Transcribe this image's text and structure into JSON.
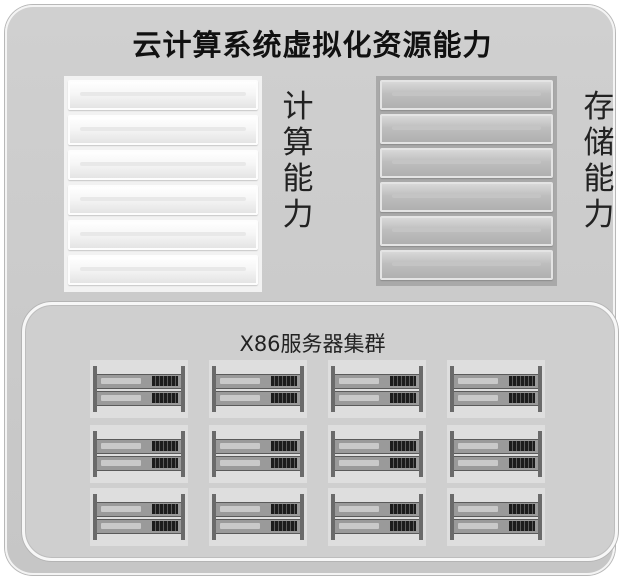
{
  "title": "云计算系统虚拟化资源能力",
  "compute": {
    "label": [
      "计",
      "算",
      "能",
      "力"
    ],
    "slot_count": 6
  },
  "storage": {
    "label": [
      "存",
      "储",
      "能",
      "力"
    ],
    "slot_count": 6
  },
  "cluster": {
    "title": "X86服务器集群",
    "rows": 3,
    "cols": 4
  }
}
